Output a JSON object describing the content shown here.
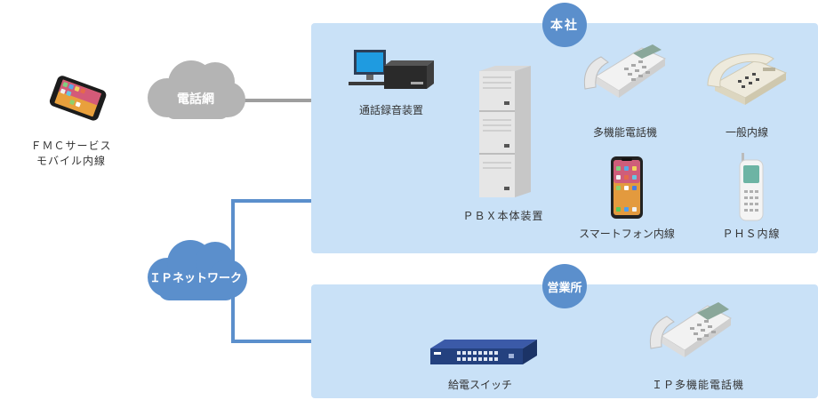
{
  "colors": {
    "panel": "#c9e1f7",
    "badge": "#5b8fcc",
    "gray_cloud": "#b4b4b4",
    "blue_cloud": "#5b8fcc",
    "gray_line": "#9e9e9e",
    "blue_line": "#5b8fcc"
  },
  "headquarters": {
    "badge": "本社",
    "devices": {
      "recorder": "通話録音装置",
      "pbx": "ＰＢＸ本体装置",
      "multi_phone": "多機能電話機",
      "general_phone": "一般内線",
      "smartphone": "スマートフォン内線",
      "phs": "ＰＨＳ内線"
    }
  },
  "branch": {
    "badge": "営業所",
    "devices": {
      "poe_switch": "給電スイッチ",
      "ip_phone": "ＩＰ多機能電話機"
    }
  },
  "networks": {
    "phone_network": "電話網",
    "ip_network": "ＩＰネットワーク"
  },
  "fmc": {
    "line1": "ＦＭＣサービス",
    "line2": "モバイル内線"
  },
  "icons": [
    "smartphone-icon",
    "cloud-icon",
    "recorder-icon",
    "pbx-cabinet-icon",
    "business-phone-icon",
    "analog-phone-icon",
    "phs-handset-icon",
    "network-switch-icon"
  ]
}
